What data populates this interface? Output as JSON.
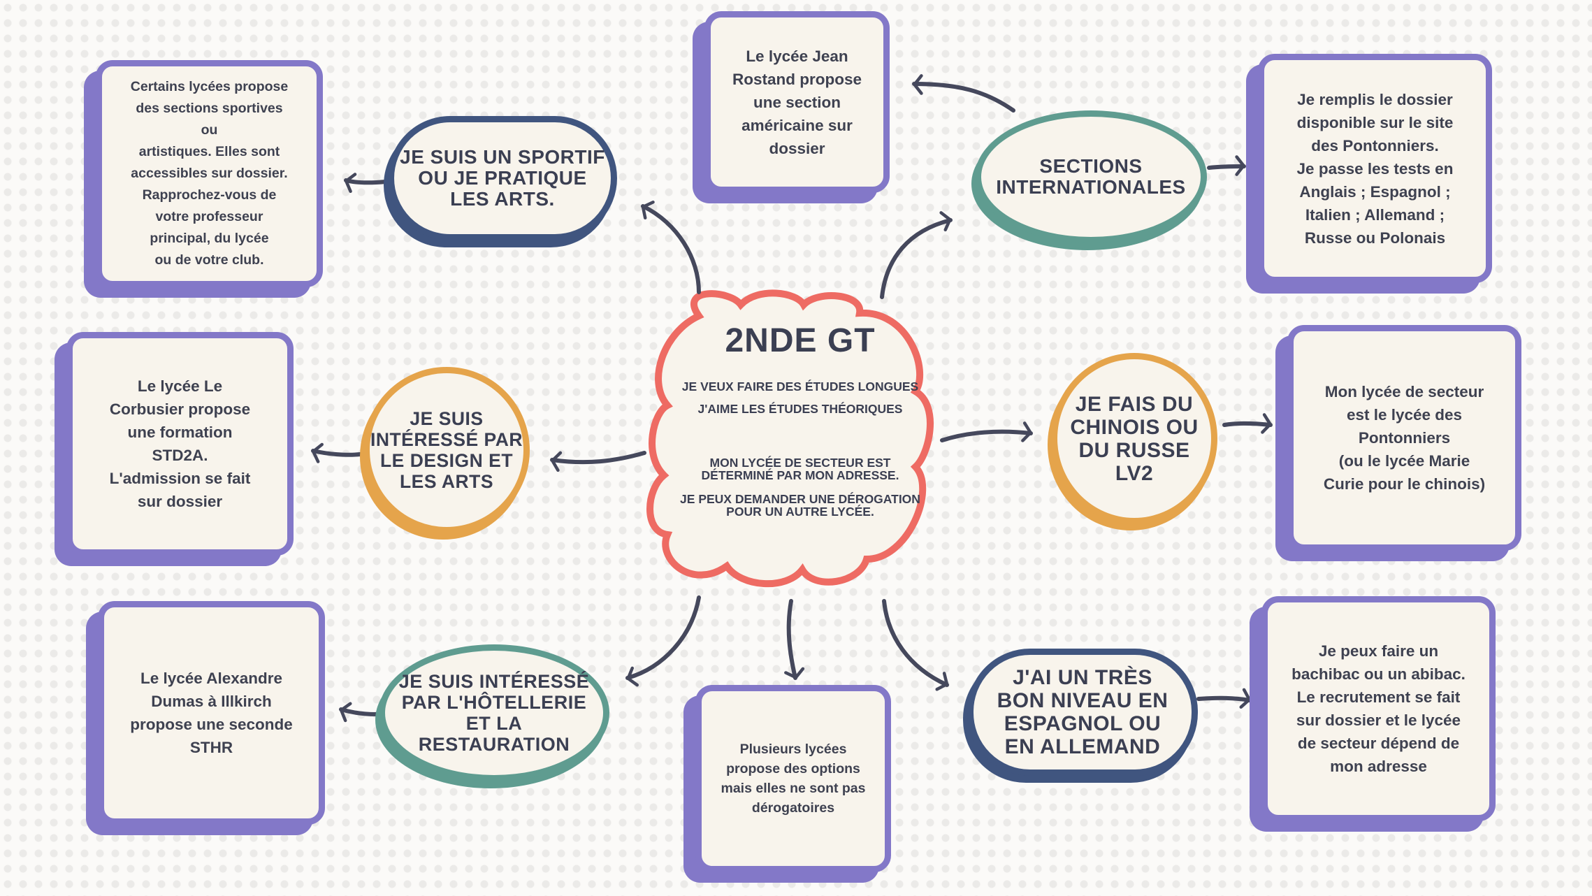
{
  "center": {
    "title": "2NDE GT",
    "line1": "JE VEUX FAIRE DES ÉTUDES LONGUES",
    "line2": "J'AIME LES ÉTUDES THÉORIQUES",
    "line3": "MON LYCÉE DE SECTEUR EST\nDÉTERMINÉ PAR MON ADRESSE.",
    "line4": "JE PEUX DEMANDER UNE DÉROGATION\nPOUR UN AUTRE LYCÉE."
  },
  "bubbles": {
    "sportif": "JE SUIS UN SPORTIF\nOU JE PRATIQUE\nLES ARTS.",
    "sections": "SECTIONS\nINTERNATIONALES",
    "design": "JE SUIS\nINTÉRESSÉ PAR\nLE DESIGN ET\nLES ARTS",
    "chinois": "JE FAIS DU\nCHINOIS OU\nDU RUSSE\nLV2",
    "hotellerie": "JE SUIS INTÉRESSÉ\nPAR L'HÔTELLERIE\nET LA\nRESTAURATION",
    "espagnol": "J'AI UN TRÈS\nBON NIVEAU EN\nESPAGNOL OU\nEN ALLEMAND"
  },
  "boxes": {
    "sportives": "Certains lycées propose\ndes sections sportives\nou\nartistiques. Elles sont\naccessibles sur dossier.\nRapprochez-vous de\nvotre professeur\nprincipal, du lycée\nou de votre club.",
    "rostand": "Le lycée Jean\nRostand propose\nune section\naméricaine sur\ndossier",
    "dossier": "Je remplis le dossier\ndisponible sur le site\ndes Pontonniers.\nJe passe les tests en\nAnglais ; Espagnol ;\nItalien ; Allemand ;\nRusse ou Polonais",
    "corbusier": "Le lycée Le\nCorbusier propose\nune formation\nSTD2A.\nL'admission se fait\nsur dossier",
    "secteur": "Mon lycée de secteur\nest le lycée des\nPontonniers\n(ou le lycée Marie\nCurie pour le chinois)",
    "dumas": "Le lycée Alexandre\nDumas à Illkirch\npropose une seconde\nSTHR",
    "options": "Plusieurs lycées\npropose des options\nmais elles ne sont pas\ndérogatoires",
    "bachibac": "Je peux faire un\nbachibac ou un abibac.\nLe recrutement se fait\nsur dossier et le lycée\nde secteur dépend de\nmon adresse"
  },
  "colors": {
    "box_border": "#8378c8",
    "navy": "#40557f",
    "teal": "#5f9c90",
    "gold": "#e5a44b",
    "coral": "#ee6b63",
    "arrow": "#45485c"
  }
}
